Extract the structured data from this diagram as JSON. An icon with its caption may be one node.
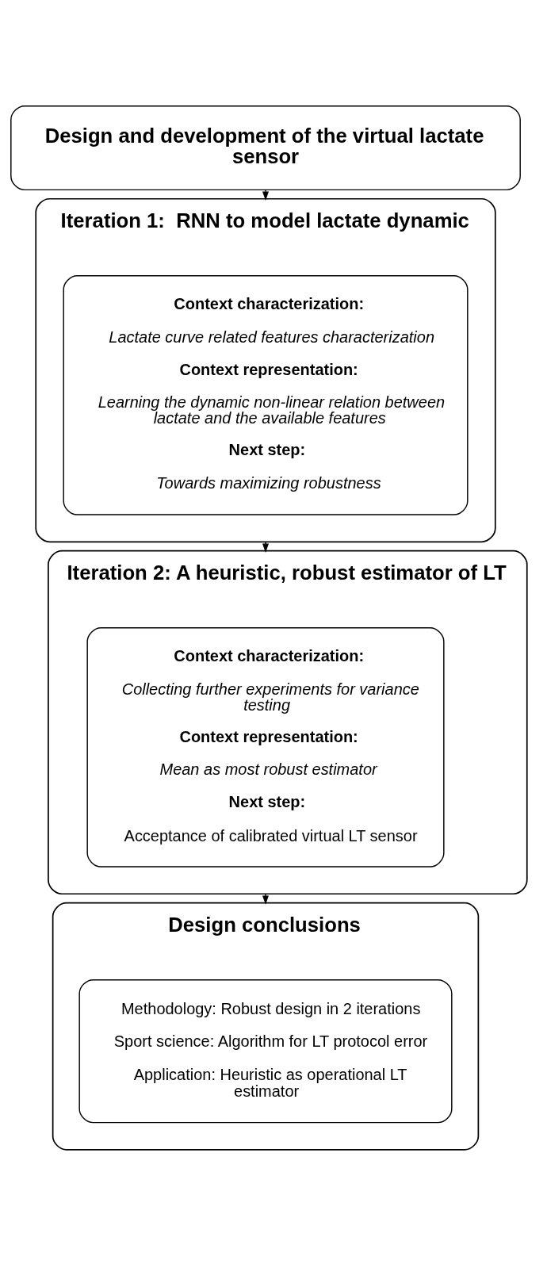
{
  "diagram": {
    "nodes": [
      {
        "text": [
          "Design and development of the virtual lactate sensor"
        ]
      },
      {
        "text": [
          "Iteration 1:  RNN to model lactate dynamic"
        ]
      },
      {
        "text": [
          "Context characterization:",
          "Lactate curve related features characterization",
          "Context representation:",
          "Learning the dynamic non-linear relation between lactate and the available features",
          "Next step:",
          "Towards maximizing robustness"
        ],
        "in": 1
      },
      {
        "text": [
          "Iteration 2: A heuristic, robust estimator of LT"
        ]
      },
      {
        "text": [
          "Context characterization:",
          "Collecting further experiments for variance testing",
          "Context representation:",
          "Mean as most robust estimator",
          "Next step:",
          "Acceptance of calibrated virtual LT sensor"
        ],
        "in": 3
      },
      {
        "text": [
          "Design conclusions"
        ]
      },
      {
        "text": [
          "Methodology: Robust design in 2 iterations",
          "Sport science: Algorithm for LT protocol error",
          "Application: Heuristic as operational LT estimator"
        ],
        "in": 5
      }
    ],
    "edges": [
      {
        "from": 0,
        "to": 1,
        "arrow": "to"
      },
      {
        "from": 1,
        "to": 3,
        "arrow": "to"
      },
      {
        "from": 3,
        "to": 5,
        "arrow": "to"
      }
    ]
  }
}
